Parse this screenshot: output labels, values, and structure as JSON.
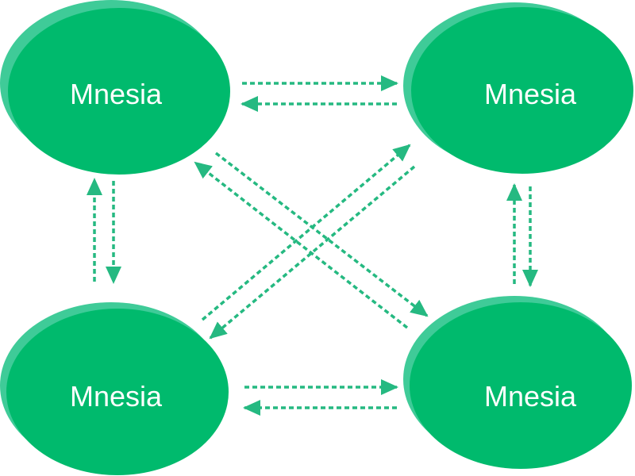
{
  "colors": {
    "node_fill": "#00BA6D",
    "node_highlight": "#3FCB98",
    "arrow": "#25B981",
    "label": "#FFFFFF"
  },
  "nodes": [
    {
      "id": "top-left",
      "label": "Mnesia"
    },
    {
      "id": "top-right",
      "label": "Mnesia"
    },
    {
      "id": "bottom-left",
      "label": "Mnesia"
    },
    {
      "id": "bottom-right",
      "label": "Mnesia"
    }
  ]
}
